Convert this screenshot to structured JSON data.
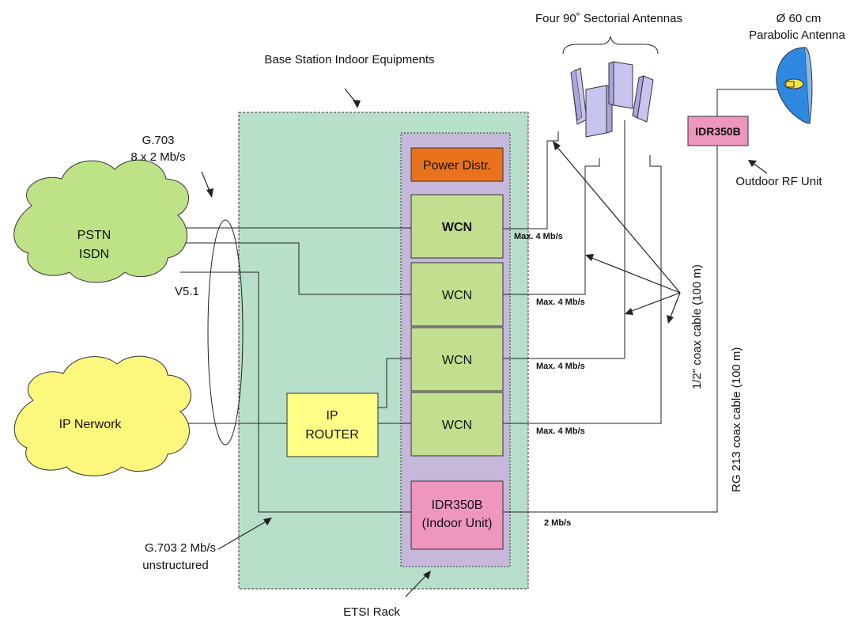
{
  "labels": {
    "sectorial_antennas": "Four 90˚ Sectorial Antennas",
    "dish_size": "Ø 60 cm",
    "dish_name": "Parabolic Antenna",
    "base_station": "Base Station Indoor Equipments",
    "g703_line1": "G.703",
    "g703_line2": "8 x 2 Mb/s",
    "v51": "V5.1",
    "g703u_line1": "G.703 2 Mb/s",
    "g703u_line2": "unstructured",
    "etsi_rack": "ETSI Rack",
    "outdoor_rf": "Outdoor RF Unit",
    "coax_half": "1/2\" coax cable (100 m)",
    "coax_rg213": "RG 213 coax cable (100 m)"
  },
  "clouds": {
    "pstn_line1": "PSTN",
    "pstn_line2": "ISDN",
    "ip_network": "IP Nerwork"
  },
  "boxes": {
    "power_distr": "Power Distr.",
    "wcn": [
      "WCN",
      "WCN",
      "WCN",
      "WCN"
    ],
    "ip_router_line1": "IP",
    "ip_router_line2": "ROUTER",
    "idr_indoor_line1": "IDR350B",
    "idr_indoor_line2": "(Indoor Unit)",
    "idr_outdoor": "IDR350B"
  },
  "rates": {
    "wcn_rates": [
      "Max. 4 Mb/s",
      "Max. 4 Mb/s",
      "Max. 4 Mb/s",
      "Max. 4 Mb/s"
    ],
    "idr_rate": "2 Mb/s"
  },
  "colors": {
    "station_bg": "#b8dfc9",
    "rack_bg": "#c5b8db",
    "power": "#e8731c",
    "wcn": "#c3de8f",
    "router": "#ffff88",
    "idr": "#ef96bf",
    "pstn_cloud": "#bde386",
    "ip_cloud": "#fdf77d",
    "antenna": "#c7c4ee",
    "dish": "#2e88e0"
  }
}
